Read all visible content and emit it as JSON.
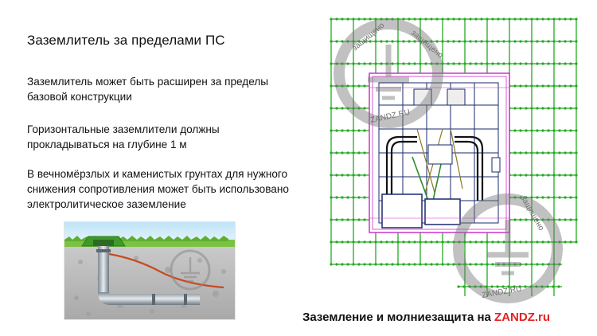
{
  "slide": {
    "title": "Заземлитель за пределами ПС",
    "bullets": [
      "Заземлитель может быть расширен за пределы базовой конструкции",
      "Горизонтальные заземлители должны прокладываться на глубине 1 м",
      "В вечномёрзлых и каменистых грунтах для нужного снижения сопротивления может быть использовано электролитическое заземление"
    ]
  },
  "footer": {
    "text": "Заземление и молниезащита на ",
    "brand": "ZANDZ.ru"
  },
  "watermark": {
    "protected_text": "защищено",
    "brand_text": "ZANDZ.RU"
  },
  "icons": {
    "photo": "electrolytic-ground-rod-illustration",
    "plan": "substation-grounding-grid-plan",
    "watermark": "ground-symbol-watermark"
  },
  "colors": {
    "grid_conductor": "#22aa22",
    "building_outline": "#cc33cc",
    "equipment_lines": "#1a2a6c",
    "brand": "#e02424"
  }
}
